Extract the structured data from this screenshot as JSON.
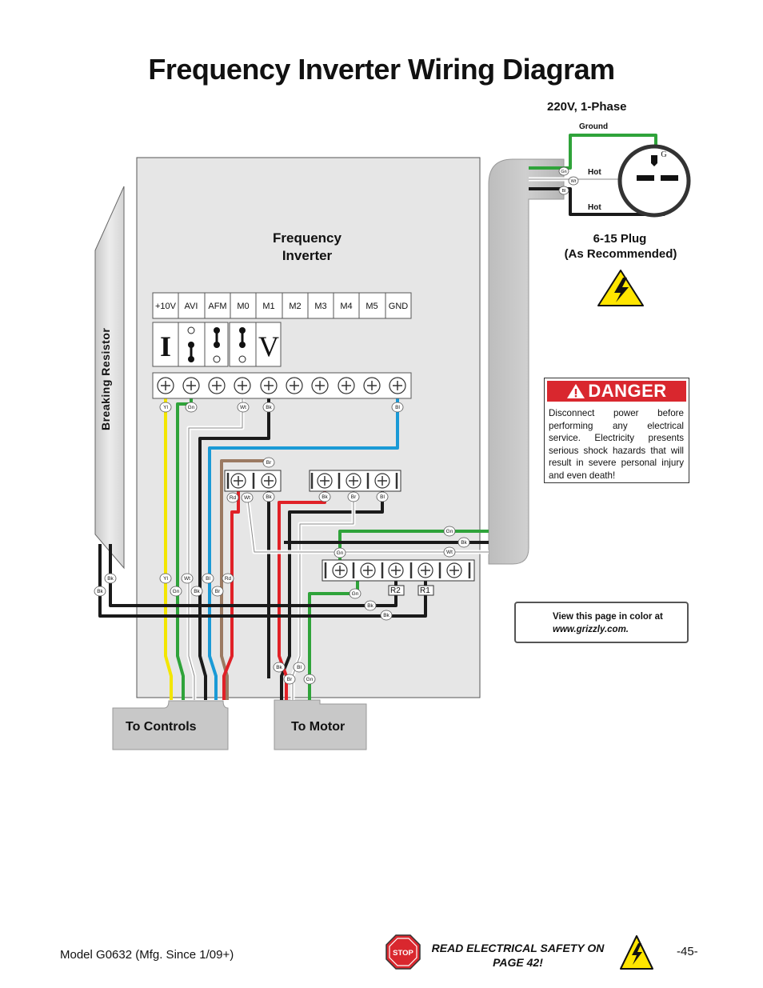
{
  "page": {
    "title": "Frequency Inverter Wiring Diagram",
    "model": "Model G0632 (Mfg. Since 1/09+)",
    "page_number": "-45-",
    "safety_note": "READ ELECTRICAL SAFETY ON PAGE 42!",
    "stop_sign": "STOP"
  },
  "power": {
    "supply": "220V, 1-Phase",
    "ground_label": "Ground",
    "hot_label_1": "Hot",
    "hot_label_2": "Hot",
    "plug_letter": "G",
    "plug_line1": "6-15 Plug",
    "plug_line2": "(As Recommended)"
  },
  "inverter": {
    "title_line1": "Frequency",
    "title_line2": "Inverter",
    "terminals": [
      "+10V",
      "AVI",
      "AFM",
      "M0",
      "M1",
      "M2",
      "M3",
      "M4",
      "M5",
      "GND"
    ],
    "switch_labels": [
      "I",
      "V"
    ],
    "resistor_label": "Breaking Resistor",
    "r_labels": [
      "R2",
      "R1"
    ]
  },
  "outputs": {
    "controls": "To Controls",
    "motor": "To Motor"
  },
  "wire_tags": {
    "terminal_block": [
      "Yl",
      "Gn",
      "Wt",
      "Bk",
      "Bl"
    ],
    "middle_row": [
      "Rd",
      "Wt",
      "Bk",
      "Bk",
      "Br",
      "Bl"
    ],
    "br_top": "Br",
    "right_group": [
      "Gn",
      "Bk",
      "Gn",
      "Wt"
    ],
    "lower_group": [
      "Gn",
      "Bk",
      "Bk"
    ],
    "resistor_tags": [
      "Bk",
      "Bk"
    ],
    "control_tags": [
      "Yl",
      "Gn",
      "Wt",
      "Bk",
      "Bl",
      "Br",
      "Rd"
    ],
    "motor_tags": [
      "Bk",
      "Bl",
      "Br",
      "Gn"
    ],
    "plug_tags": [
      "Gn",
      "Wt",
      "Bl"
    ]
  },
  "danger": {
    "heading": "DANGER",
    "text": "Disconnect power before performing any electrical service. Electricity presents serious shock hazards that will result in severe personal injury and even death!"
  },
  "color_note": {
    "line1": "View this page in color at",
    "line2": "www.grizzly.com."
  },
  "colors": {
    "danger_red": "#d9272e",
    "wire_yellow": "#f3e600",
    "wire_green": "#2fa33a",
    "wire_blue": "#1a9ad6",
    "wire_brown": "#9b7a62",
    "wire_red": "#e02127",
    "wire_black": "#1a1a1a",
    "panel_grey": "#e6e6e6",
    "conduit_grey": "#c4c4c4"
  }
}
